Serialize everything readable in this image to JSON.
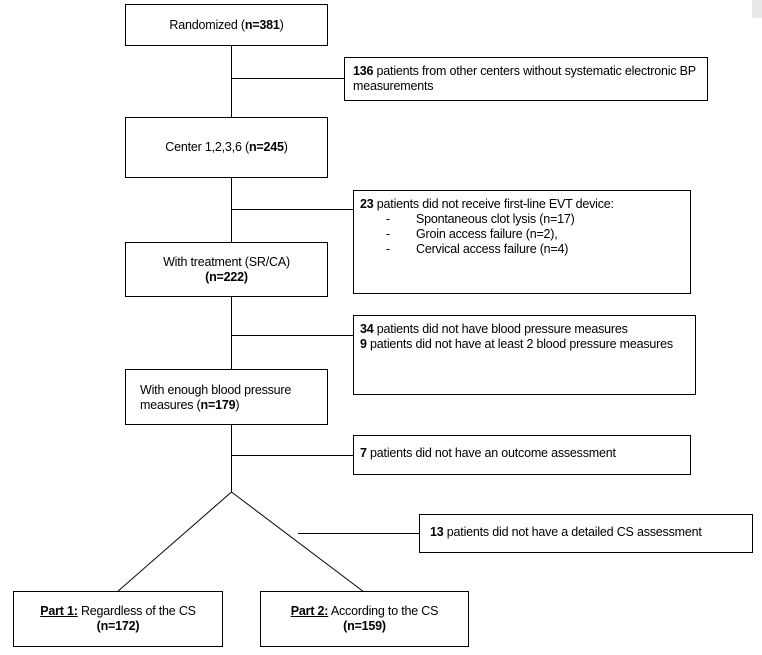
{
  "nodes": {
    "randomized": {
      "label": "Randomized (",
      "value": "n=381",
      "suffix": ")"
    },
    "excluded_centers": {
      "count": "136",
      "text": " patients from other centers without systematic electronic BP measurements"
    },
    "center": {
      "label": "Center 1,2,3,6 (",
      "value": "n=245",
      "suffix": ")"
    },
    "no_device": {
      "count": "23",
      "text": " patients did not receive first-line EVT device:",
      "items": [
        "Spontaneous clot lysis (n=17)",
        "Groin access failure (n=2),",
        "Cervical access failure (n=4)"
      ]
    },
    "treatment": {
      "label": "With treatment (SR/CA)",
      "value": "(n=222)"
    },
    "no_bp": {
      "count1": "34",
      "text1": " patients did not have blood pressure measures",
      "count2": "9",
      "text2": " patients did not have at least 2 blood pressure measures"
    },
    "enough_bp": {
      "label1": "With enough blood pressure",
      "label2": "measures (",
      "value": "n=179",
      "suffix": ")"
    },
    "no_outcome": {
      "count": "7",
      "text": " patients did not have an outcome assessment"
    },
    "no_cs": {
      "count": "13",
      "text": " patients did not have a detailed CS assessment"
    },
    "part1": {
      "title": "Part 1:",
      "text": " Regardless of the CS",
      "value": "(n=172)"
    },
    "part2": {
      "title": "Part 2:",
      "text": " According to the CS",
      "value": "(n=159)"
    }
  }
}
